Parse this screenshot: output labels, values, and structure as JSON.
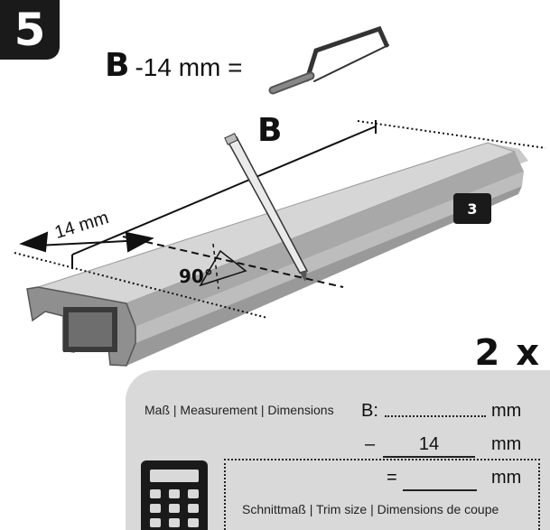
{
  "step": {
    "number": "5"
  },
  "formula": {
    "letter": "B",
    "text": "-14 mm =",
    "tool_icon": "hacksaw-icon"
  },
  "diagram": {
    "b_label": "B",
    "offset_label": "14 mm",
    "angle_label": "90°",
    "part_tag": "3",
    "tool_icon": "pencil-icon"
  },
  "quantity": "2 x",
  "form": {
    "measurement_label": "Maß | Measurement | Dimensions",
    "b_prefix": "B:",
    "unit": "mm",
    "minus_sign": "–",
    "subtract_value": "14",
    "equals_sign": "=",
    "trim_label": "Schnittmaß | Trim size | Dimensions de coupe",
    "calculator_icon": "calculator-icon"
  },
  "colors": {
    "badge": "#1a1a1a",
    "panel": "#d9d9d9",
    "rail": "#b5b5b5"
  }
}
